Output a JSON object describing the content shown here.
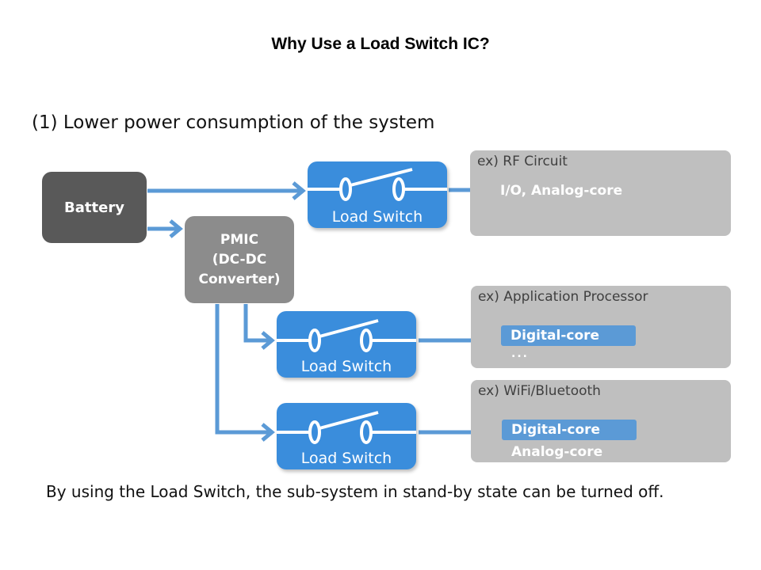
{
  "title": "Why Use a Load Switch IC?",
  "subtitle": "(1) Lower power consumption of the system",
  "blocks": {
    "battery": "Battery",
    "pmic": [
      "PMIC",
      "(DC-DC",
      "Converter)"
    ]
  },
  "load_switches": [
    {
      "label": "Load Switch"
    },
    {
      "label": "Load Switch"
    },
    {
      "label": "Load Switch"
    }
  ],
  "subsystems": [
    {
      "title": "ex) RF Circuit",
      "items": [
        "I/O, Analog-core"
      ]
    },
    {
      "title": "ex) Application Processor",
      "items": [
        "Digital-core",
        "..."
      ]
    },
    {
      "title": "ex) WiFi/Bluetooth",
      "items": [
        "Digital-core",
        "Analog-core"
      ]
    }
  ],
  "footer": "By using the Load Switch, the sub-system in stand-by state can be turned off.",
  "colors": {
    "wire": "#5b9ad6",
    "load_switch": "#3a8ddc",
    "battery": "#595959",
    "pmic": "#8c8c8c",
    "panel": "#bfbfbf"
  }
}
